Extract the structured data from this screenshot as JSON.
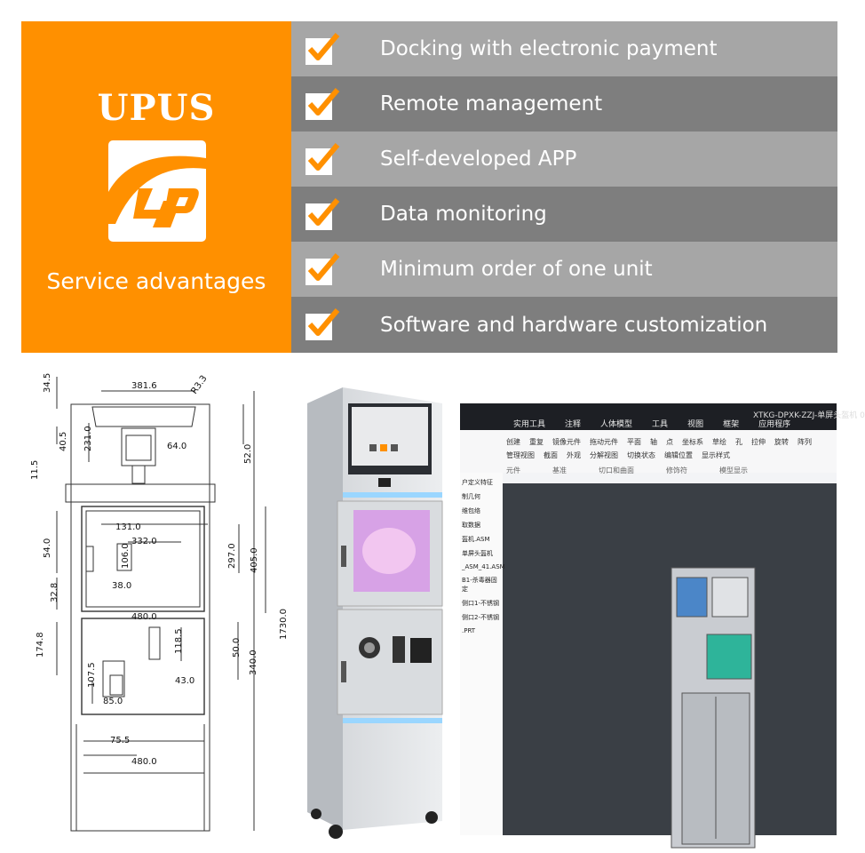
{
  "brand": {
    "name": "UPUS",
    "tagline": "Service advantages",
    "logo_icon": "upus-logo-icon",
    "color": "#ff9000"
  },
  "features": [
    {
      "label": "Docking with electronic payment",
      "icon": "checkmark-icon"
    },
    {
      "label": "Remote management",
      "icon": "checkmark-icon"
    },
    {
      "label": "Self-developed APP",
      "icon": "checkmark-icon"
    },
    {
      "label": "Data monitoring",
      "icon": "checkmark-icon"
    },
    {
      "label": "Minimum order of one unit",
      "icon": "checkmark-icon"
    },
    {
      "label": "Software and hardware customization",
      "icon": "checkmark-icon"
    }
  ],
  "drawing": {
    "dims": {
      "top_margin": "34.5",
      "top_width": "381.6",
      "corner_radius": "R3.3",
      "screen_side": "40.5",
      "screen_height": "231.0",
      "bracket_width": "64.0",
      "side_gap": "52.0",
      "shelf": "11.5",
      "inner_width": "131.0",
      "window_width": "332.0",
      "window_left": "54.0",
      "window_inner": "106.0",
      "window_height": "297.0",
      "upper_height": "405.0",
      "window_bottom": "38.0",
      "sep": "32.8",
      "cabinet_width": "480.0",
      "overall_height": "1730.0",
      "lower_side": "174.8",
      "slot_height": "118.5",
      "slot_offset": "50.0",
      "lower_height": "340.0",
      "coin_height": "107.5",
      "coin_offset": "43.0",
      "coin_width": "85.0",
      "base_offset": "75.5",
      "base_width": "480.0"
    }
  },
  "cad": {
    "title": "XTKG-DPXK-ZZJ-单屏头盔机 0",
    "menu": [
      "实用工具",
      "注释",
      "人体模型",
      "工具",
      "视图",
      "框架",
      "应用程序"
    ],
    "ribbon": [
      "创建",
      "重复",
      "镜像元件",
      "拖动元件",
      "平面",
      "轴",
      "点",
      "坐标系",
      "草绘",
      "孔",
      "拉伸",
      "旋转",
      "阵列",
      "管理视图",
      "截面",
      "外观",
      "分解视图",
      "切换状态",
      "编辑位置",
      "显示样式"
    ],
    "groups": [
      "元件",
      "基准",
      "切口和曲面",
      "修饰符",
      "模型显示"
    ],
    "tree": [
      "户定义特征",
      "制几何",
      "维包络",
      "取数据",
      "盔机.ASM",
      "单屏头盔机",
      "_ASM_41.ASM",
      "B1-杀毒器固定",
      "侧口1-不锈钢",
      "侧口2-不锈钢",
      ".PRT"
    ]
  }
}
